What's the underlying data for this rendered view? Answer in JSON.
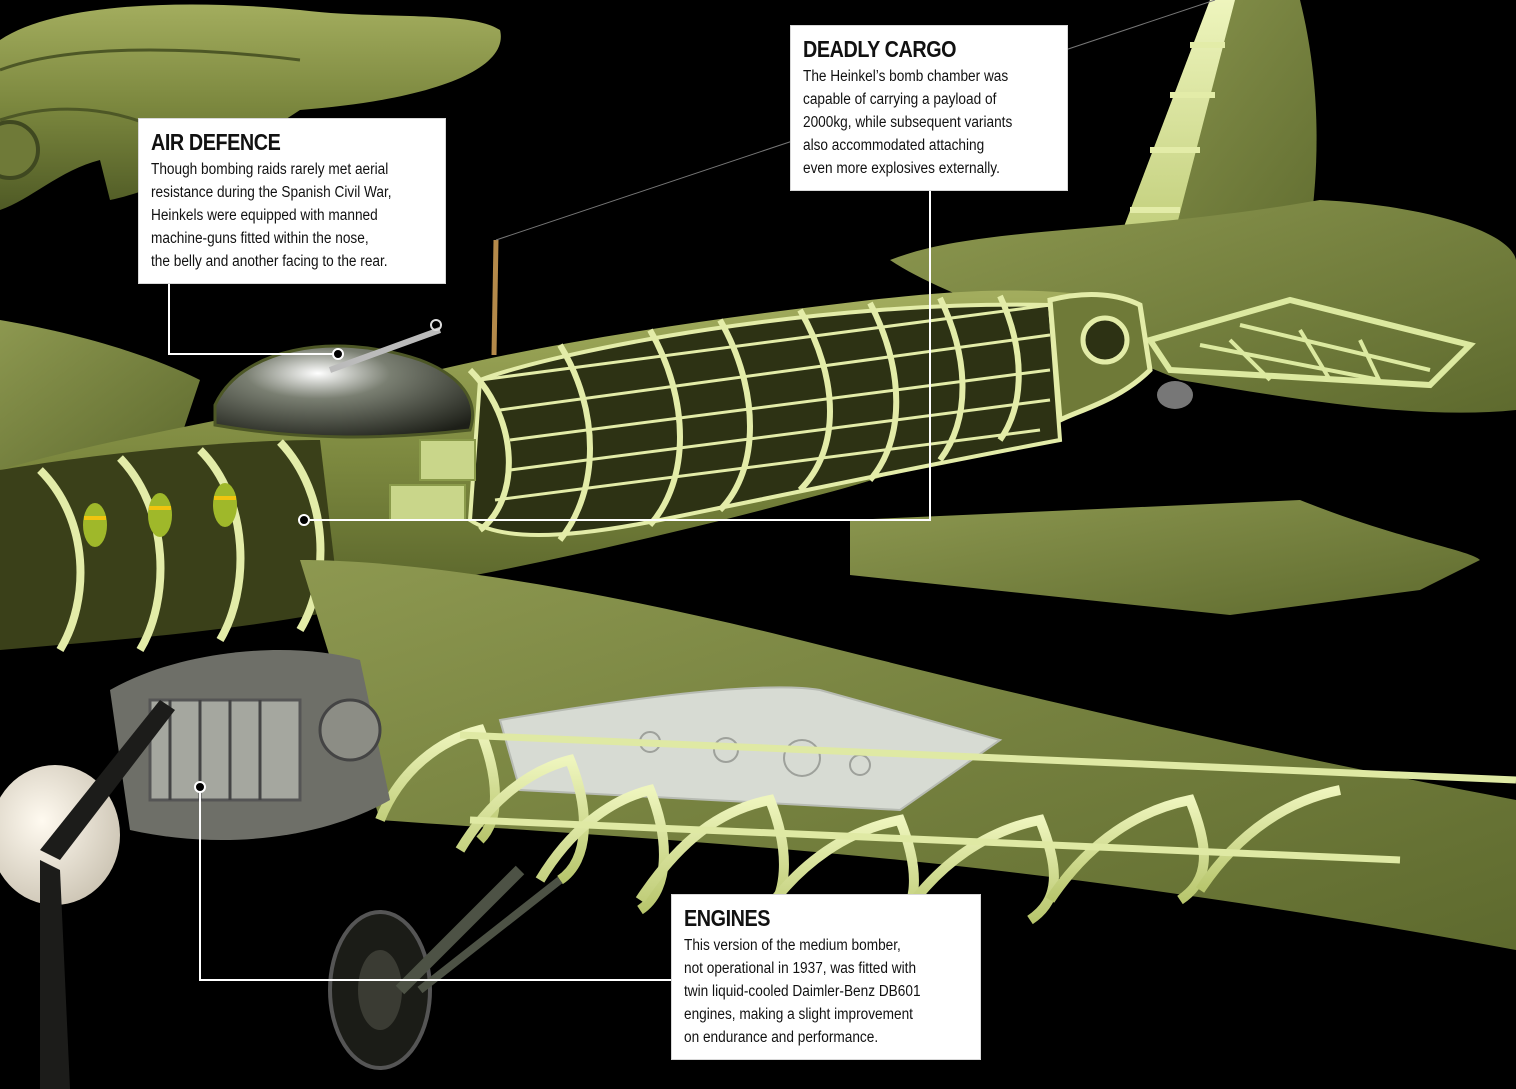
{
  "callouts": {
    "air_defence": {
      "title": "AIR DEFENCE",
      "lines": [
        "Though bombing raids rarely met aerial",
        "resistance during the Spanish Civil War,",
        "Heinkels were equipped with manned",
        "machine-guns fitted within the nose,",
        "the belly and another facing to the rear."
      ]
    },
    "deadly_cargo": {
      "title": "DEADLY CARGO",
      "lines": [
        "The Heinkel’s bomb chamber was",
        "capable of carrying a payload of",
        "2000kg, while subsequent variants",
        "also accommodated attaching",
        "even more explosives externally."
      ]
    },
    "engines": {
      "title": "ENGINES",
      "lines": [
        "This version of the medium bomber,",
        "not operational in 1937, was fitted with",
        "twin liquid-cooled Daimler-Benz DB601",
        "engines, making a slight improvement",
        "on endurance and performance."
      ]
    }
  },
  "colors": {
    "background": "#000000",
    "airframe_olive": "#7d8a3f",
    "frame_lime": "#dbe89a",
    "panel_grey": "#d9dcd6",
    "leader_line": "#ffffff"
  }
}
